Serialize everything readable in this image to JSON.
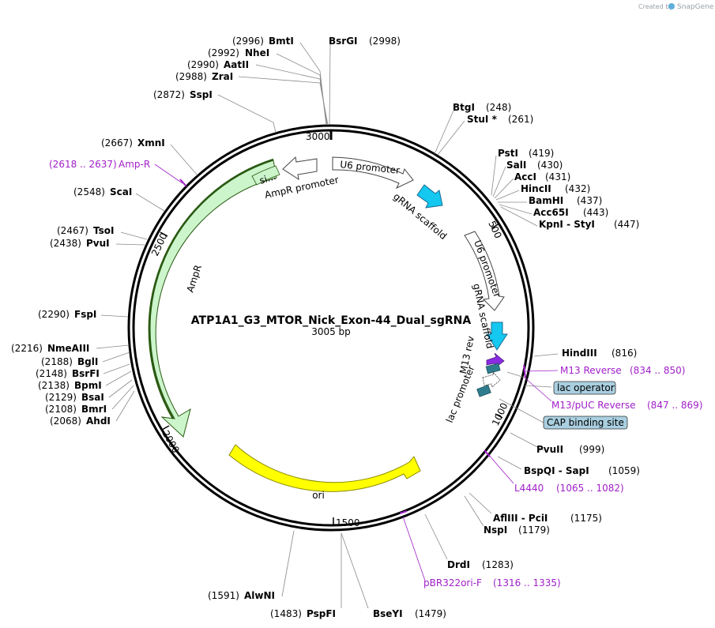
{
  "credit": {
    "prefix": "Created by",
    "brand": "SnapGene"
  },
  "plasmid": {
    "name": "ATP1A1_G3_MTOR_Nick_Exon-44_Dual_sgRNA",
    "size": "3005 bp"
  },
  "ticks": [
    "500",
    "1000",
    "1500",
    "2000",
    "2500",
    "3000"
  ],
  "sites": [
    {
      "name": "BmtI",
      "pos": "(2996)"
    },
    {
      "name": "NheI",
      "pos": "(2992)"
    },
    {
      "name": "AatII",
      "pos": "(2990)"
    },
    {
      "name": "ZraI",
      "pos": "(2988)"
    },
    {
      "name": "SspI",
      "pos": "(2872)"
    },
    {
      "name": "XmnI",
      "pos": "(2667)"
    },
    {
      "name": "ScaI",
      "pos": "(2548)"
    },
    {
      "name": "TsoI",
      "pos": "(2467)"
    },
    {
      "name": "PvuI",
      "pos": "(2438)"
    },
    {
      "name": "FspI",
      "pos": "(2290)"
    },
    {
      "name": "NmeAIII",
      "pos": "(2216)"
    },
    {
      "name": "BglI",
      "pos": "(2188)"
    },
    {
      "name": "BsrFI",
      "pos": "(2148)"
    },
    {
      "name": "BpmI",
      "pos": "(2138)"
    },
    {
      "name": "BsaI",
      "pos": "(2129)"
    },
    {
      "name": "BmrI",
      "pos": "(2108)"
    },
    {
      "name": "AhdI",
      "pos": "(2068)"
    },
    {
      "name": "AlwNI",
      "pos": "(1591)"
    },
    {
      "name": "PspFI",
      "pos": "(1483)"
    },
    {
      "name": "BsrGI",
      "pos": "(2998)"
    },
    {
      "name": "BtgI",
      "pos": "(248)"
    },
    {
      "name": "StuI *",
      "pos": "(261)"
    },
    {
      "name": "PstI",
      "pos": "(419)"
    },
    {
      "name": "SalI",
      "pos": "(430)"
    },
    {
      "name": "AccI",
      "pos": "(431)"
    },
    {
      "name": "HincII",
      "pos": "(432)"
    },
    {
      "name": "BamHI",
      "pos": "(437)"
    },
    {
      "name": "Acc65I",
      "pos": "(443)"
    },
    {
      "name": "KpnI  -  StyI",
      "pos": "(447)"
    },
    {
      "name": "HindIII",
      "pos": "(816)"
    },
    {
      "name": "PvuII",
      "pos": "(999)"
    },
    {
      "name": "BspQI  -  SapI",
      "pos": "(1059)"
    },
    {
      "name": "AflIII  -  PciI",
      "pos": "(1175)"
    },
    {
      "name": "NspI",
      "pos": "(1179)"
    },
    {
      "name": "DrdI",
      "pos": "(1283)"
    },
    {
      "name": "BseYI",
      "pos": "(1479)"
    }
  ],
  "primers": [
    {
      "name": "Amp-R",
      "range": "(2618 .. 2637)"
    },
    {
      "name": "M13 Reverse",
      "range": "(834 .. 850)"
    },
    {
      "name": "M13/pUC Reverse",
      "range": "(847 .. 869)"
    },
    {
      "name": "L4440",
      "range": "(1065 .. 1082)"
    },
    {
      "name": "pBR322ori-F",
      "range": "(1316 .. 1335)"
    }
  ],
  "boxed_features": [
    "lac operator",
    "CAP binding site"
  ],
  "features": [
    "U6 promoter",
    "gRNA scaffold",
    "U6 promoter",
    "gRNA scaffold",
    "M13 rev",
    "lac promoter",
    "ori",
    "AmpR",
    "AmpR promoter",
    "si..."
  ],
  "colors": {
    "ampr_fill": "#ccf5cc",
    "ampr_stroke": "#2a5a12",
    "ori_fill": "#ffff00",
    "grna_fill": "#14c8f0",
    "primer": "#a020c8",
    "m13rev_fill": "#8a2be2",
    "lac_operator_fill": "#2e7d8e",
    "label_box_fill": "#a9cfe0"
  }
}
